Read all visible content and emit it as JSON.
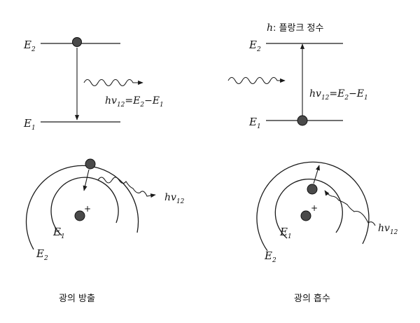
{
  "emission_levels": {
    "upper_label": {
      "sym": "E",
      "sub": "2"
    },
    "lower_label": {
      "sym": "E",
      "sub": "1"
    },
    "equation": {
      "h": "hv",
      "sub": "12",
      "mid": "=E",
      "mid_sub": "2",
      "minus": "−E",
      "end_sub": "1"
    }
  },
  "absorption_levels": {
    "constant_note": {
      "h": "h",
      "text": ": 플랑크 정수"
    },
    "upper_label": {
      "sym": "E",
      "sub": "2"
    },
    "lower_label": {
      "sym": "E",
      "sub": "1"
    },
    "equation": {
      "h": "hv",
      "sub": "12",
      "mid": "=E",
      "mid_sub": "2",
      "minus": "−E",
      "end_sub": "1"
    }
  },
  "emission_atom": {
    "nucleus_charge": "+",
    "inner_orbit": {
      "sym": "E",
      "sub": "1"
    },
    "outer_orbit": {
      "sym": "E",
      "sub": "2"
    },
    "photon": {
      "h": "hv",
      "sub": "12"
    },
    "caption": "광의 방출"
  },
  "absorption_atom": {
    "nucleus_charge": "+",
    "inner_orbit": {
      "sym": "E",
      "sub": "1"
    },
    "outer_orbit": {
      "sym": "E",
      "sub": "2"
    },
    "photon": {
      "h": "hv",
      "sub": "12"
    },
    "caption": "광의 흡수"
  },
  "colors": {
    "ink": "#1a1a1a",
    "electron": "#4a4a4a"
  }
}
